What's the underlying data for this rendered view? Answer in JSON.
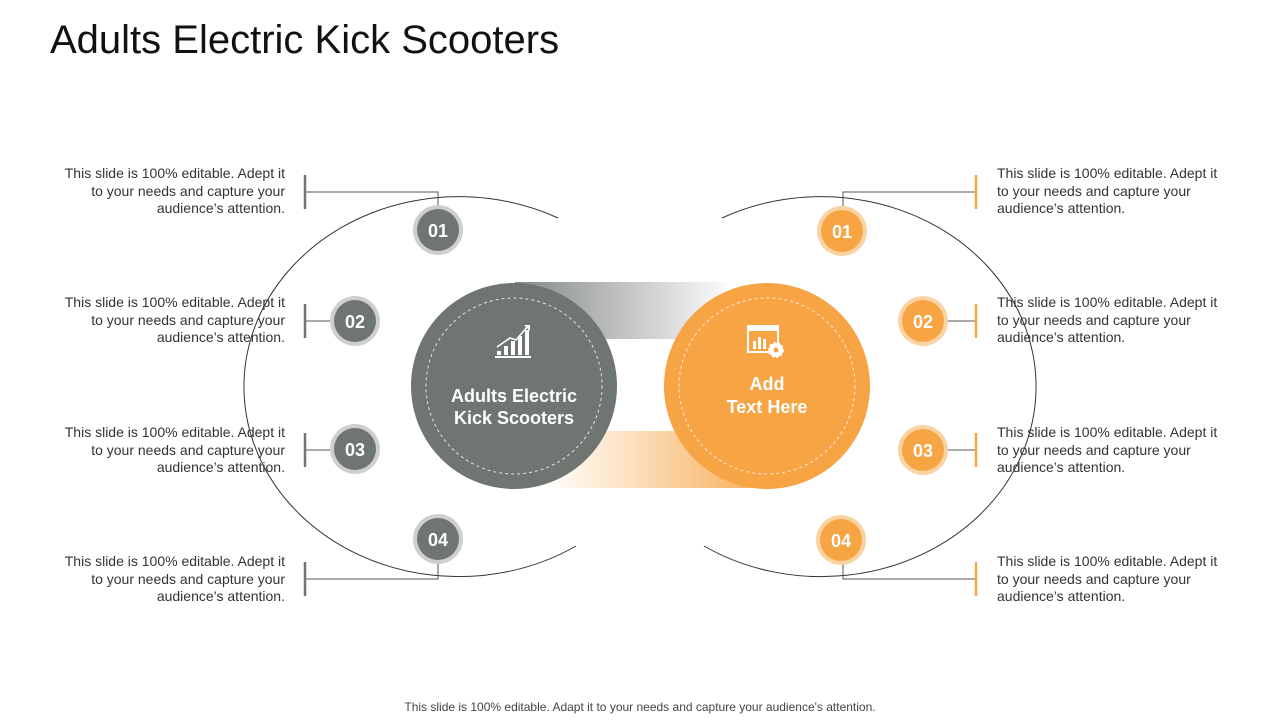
{
  "title": "Adults Electric Kick Scooters",
  "center_left": {
    "line1": "Adults Electric",
    "line2": "Kick Scooters",
    "icon": "bar-chart-growth-icon"
  },
  "center_right": {
    "line1": "Add",
    "line2": "Text Here",
    "icon": "settings-dashboard-icon"
  },
  "colors": {
    "gray": "#6f7571",
    "orange": "#f7a444",
    "gray_ring": "#c9c9c9",
    "orange_ring": "#f8cc96"
  },
  "left_items": [
    {
      "num": "01",
      "lines": [
        "This slide is 100% editable. Adept it",
        "to your needs and capture your",
        "audience’s attention."
      ]
    },
    {
      "num": "02",
      "lines": [
        "This slide is 100% editable. Adept it",
        "to your needs and capture your",
        "audience’s attention."
      ]
    },
    {
      "num": "03",
      "lines": [
        "This slide is 100% editable. Adept it",
        "to your needs and capture your",
        "audience’s attention."
      ]
    },
    {
      "num": "04",
      "lines": [
        "This slide is 100% editable. Adept it",
        "to your needs and capture your",
        "audience’s attention."
      ]
    }
  ],
  "right_items": [
    {
      "num": "01",
      "lines": [
        "This slide is 100% editable. Adept it",
        "to your needs and capture your",
        "audience’s attention."
      ]
    },
    {
      "num": "02",
      "lines": [
        "This slide is 100% editable. Adept it",
        "to your needs and capture your",
        "audience’s attention."
      ]
    },
    {
      "num": "03",
      "lines": [
        "This slide is 100% editable. Adept it",
        "to your needs and capture your",
        "audience’s attention."
      ]
    },
    {
      "num": "04",
      "lines": [
        "This slide is 100% editable. Adept it",
        "to your needs and capture your",
        "audience’s attention."
      ]
    }
  ],
  "footer": "This slide is 100% editable. Adapt it to your needs and capture your audience's attention."
}
